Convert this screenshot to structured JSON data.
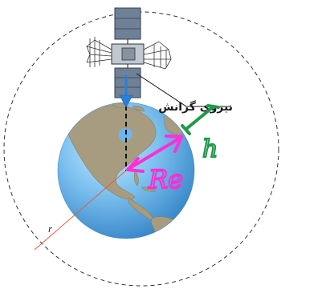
{
  "labels": {
    "orbit_radius": "r",
    "gravity_force": "نیروی گرانش",
    "earth_radius_handwritten": "Re",
    "altitude_handwritten": "h"
  },
  "colors": {
    "ocean": "#5aa7e0",
    "land": "#a79c7f",
    "orbit_line": "#333333",
    "radius_line": "#e06040",
    "force_arrow": "#2b7fd8",
    "earth_radius_annotation": "#ff2fd6",
    "altitude_annotation": "#1f9a4a",
    "satellite_panels": "#6f8196"
  },
  "icons": {
    "satellite": "satellite-icon",
    "earth": "earth-globe-icon"
  }
}
